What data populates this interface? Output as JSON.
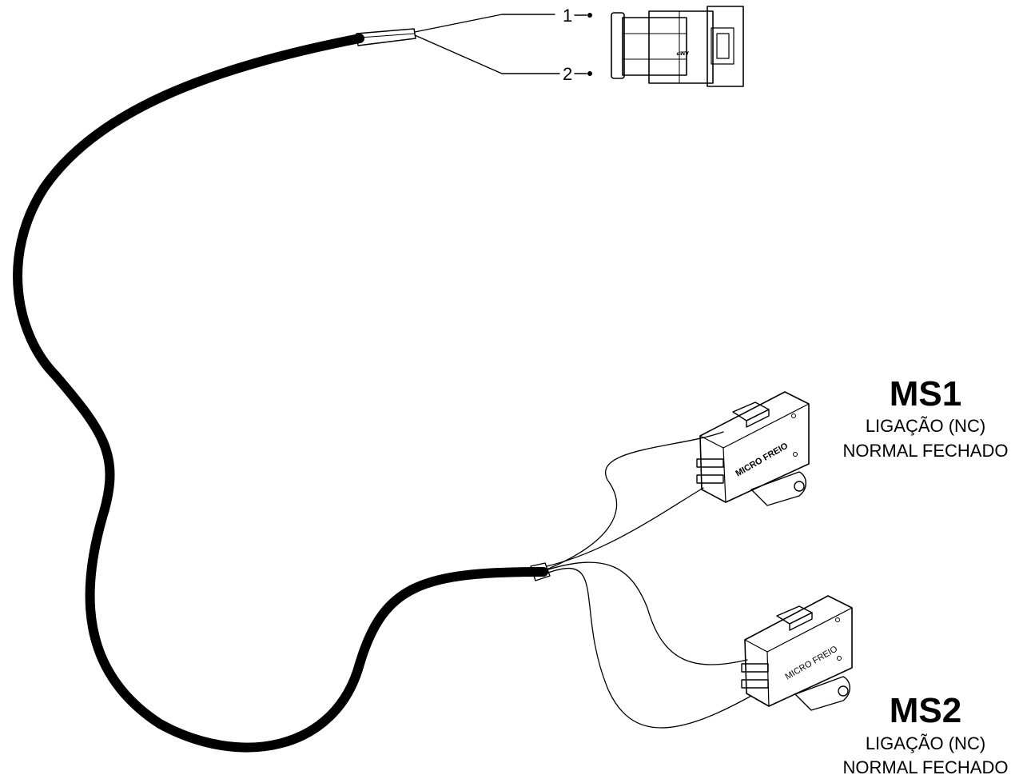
{
  "connector": {
    "pins": [
      {
        "label": "1"
      },
      {
        "label": "2"
      }
    ],
    "brand_mark": "AMP"
  },
  "switches": [
    {
      "id": "MS1",
      "line1": "LIGAÇÃO (NC)",
      "line2": "NORMAL FECHADO",
      "body_text": "MICRO FREIO"
    },
    {
      "id": "MS2",
      "line1": "LIGAÇÃO (NC)",
      "line2": "NORMAL FECHADO",
      "body_text": "MICRO FREIO"
    }
  ],
  "colors": {
    "ink": "#000000",
    "paper": "#ffffff"
  }
}
